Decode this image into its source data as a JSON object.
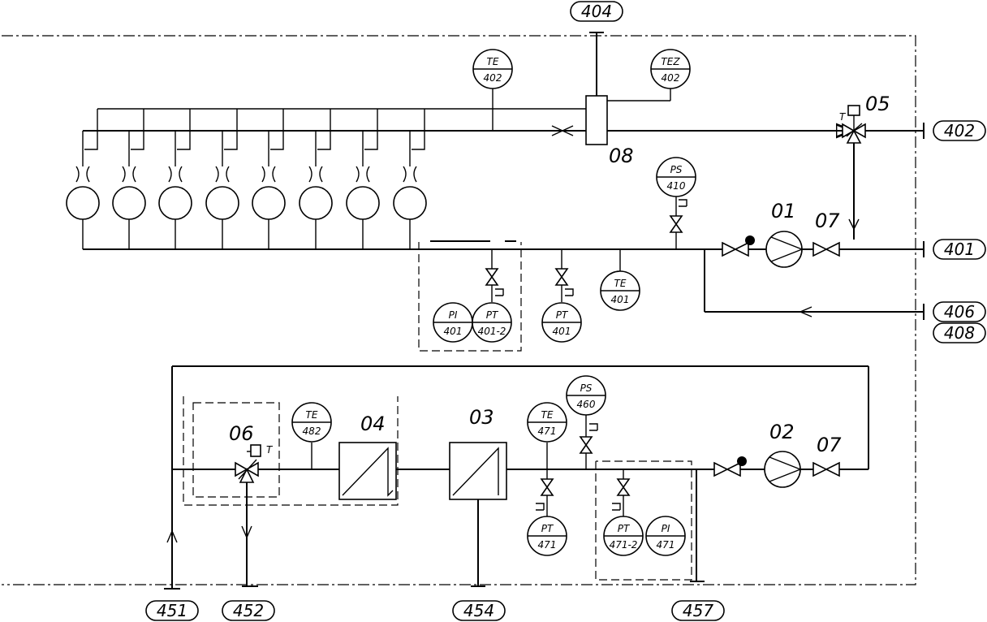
{
  "equipment": {
    "e01": "01",
    "e02": "02",
    "e03": "03",
    "e04": "04",
    "e05": "05",
    "e06": "06",
    "e07a": "07",
    "e07b": "07",
    "e08": "08"
  },
  "connections": {
    "c404": "404",
    "c402": "402",
    "c401": "401",
    "c406": "406",
    "c408": "408",
    "c451": "451",
    "c452": "452",
    "c454": "454",
    "c457": "457"
  },
  "instruments": {
    "te402": {
      "top": "TE",
      "bot": "402"
    },
    "tez402": {
      "top": "TEZ",
      "bot": "402"
    },
    "ps410": {
      "top": "PS",
      "bot": "410"
    },
    "pi401": {
      "top": "PI",
      "bot": "401"
    },
    "pt4012": {
      "top": "PT",
      "bot": "401-2"
    },
    "pt401": {
      "top": "PT",
      "bot": "401"
    },
    "te401": {
      "top": "TE",
      "bot": "401"
    },
    "te482": {
      "top": "TE",
      "bot": "482"
    },
    "te471": {
      "top": "TE",
      "bot": "471"
    },
    "ps460": {
      "top": "PS",
      "bot": "460"
    },
    "pt471": {
      "top": "PT",
      "bot": "471"
    },
    "pt4712": {
      "top": "PT",
      "bot": "471-2"
    },
    "pi471": {
      "top": "PI",
      "bot": "471"
    }
  },
  "valve_marks": {
    "t05": "T",
    "t06": "T"
  }
}
